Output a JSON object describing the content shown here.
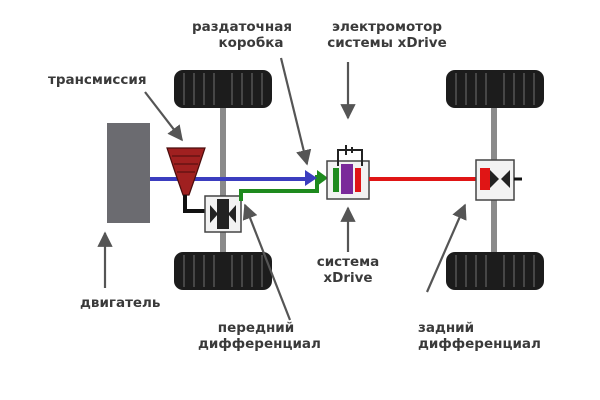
{
  "labels": {
    "transmission": "трансмиссия",
    "transfer_case": [
      "раздаточная",
      "коробка"
    ],
    "xdrive_motor": [
      "электромотор",
      "системы xDrive"
    ],
    "engine": "двигатель",
    "front_diff": [
      "передний",
      "дифференциал"
    ],
    "xdrive_system": [
      "система",
      "xDrive"
    ],
    "rear_diff": [
      "задний",
      "дифференциал"
    ]
  },
  "colors": {
    "engine_shaft": "#3b3dbf",
    "front_drive": "#1e8a1e",
    "rear_drive": "#e01515",
    "transmission": "#a02020",
    "clutch": "#7a2a9a",
    "engine": "#6b6b70",
    "tyre": "#1c1c1c",
    "axle": "#8a8a8a",
    "arrow": "#555555"
  },
  "icons": [
    "engine-block-icon",
    "transmission-icon",
    "wheel-icon",
    "differential-icon",
    "clutch-icon",
    "battery-icon"
  ]
}
